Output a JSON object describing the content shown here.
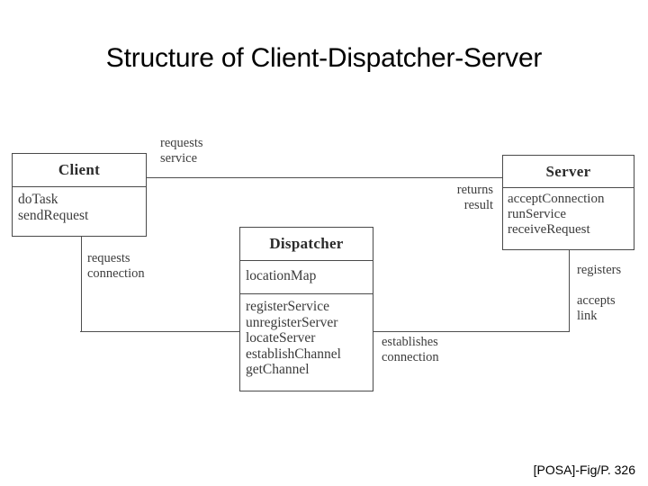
{
  "slide": {
    "title": "Structure of Client-Dispatcher-Server",
    "source_caption": "[POSA]-Fig/P. 326",
    "background_color": "#ffffff",
    "line_color": "#4e4e4e",
    "text_color": "#3b3b3b"
  },
  "diagram": {
    "type": "uml-class-diagram",
    "classes": [
      {
        "id": "client",
        "name": "Client",
        "attributes": [],
        "operations": [
          "doTask",
          "sendRequest"
        ]
      },
      {
        "id": "dispatcher",
        "name": "Dispatcher",
        "attributes": [
          "locationMap"
        ],
        "operations": [
          "registerService",
          "unregisterServer",
          "locateServer",
          "establishChannel",
          "getChannel"
        ]
      },
      {
        "id": "server",
        "name": "Server",
        "attributes": [],
        "operations": [
          "acceptConnection",
          "runService",
          "receiveRequest"
        ]
      }
    ],
    "associations": [
      {
        "id": "client-server",
        "from": "client",
        "to": "server",
        "label_from": "requests\nservice",
        "label_from_line1": "requests",
        "label_from_line2": "service",
        "label_to_line1": "returns",
        "label_to_line2": "result"
      },
      {
        "id": "client-dispatcher",
        "from": "client",
        "to": "dispatcher",
        "label_line1": "requests",
        "label_line2": "connection"
      },
      {
        "id": "dispatcher-server",
        "from": "dispatcher",
        "to": "server",
        "label_line1": "establishes",
        "label_line2": "connection",
        "server_label_1": "registers",
        "server_label_2_line1": "accepts",
        "server_label_2_line2": "link"
      }
    ]
  }
}
